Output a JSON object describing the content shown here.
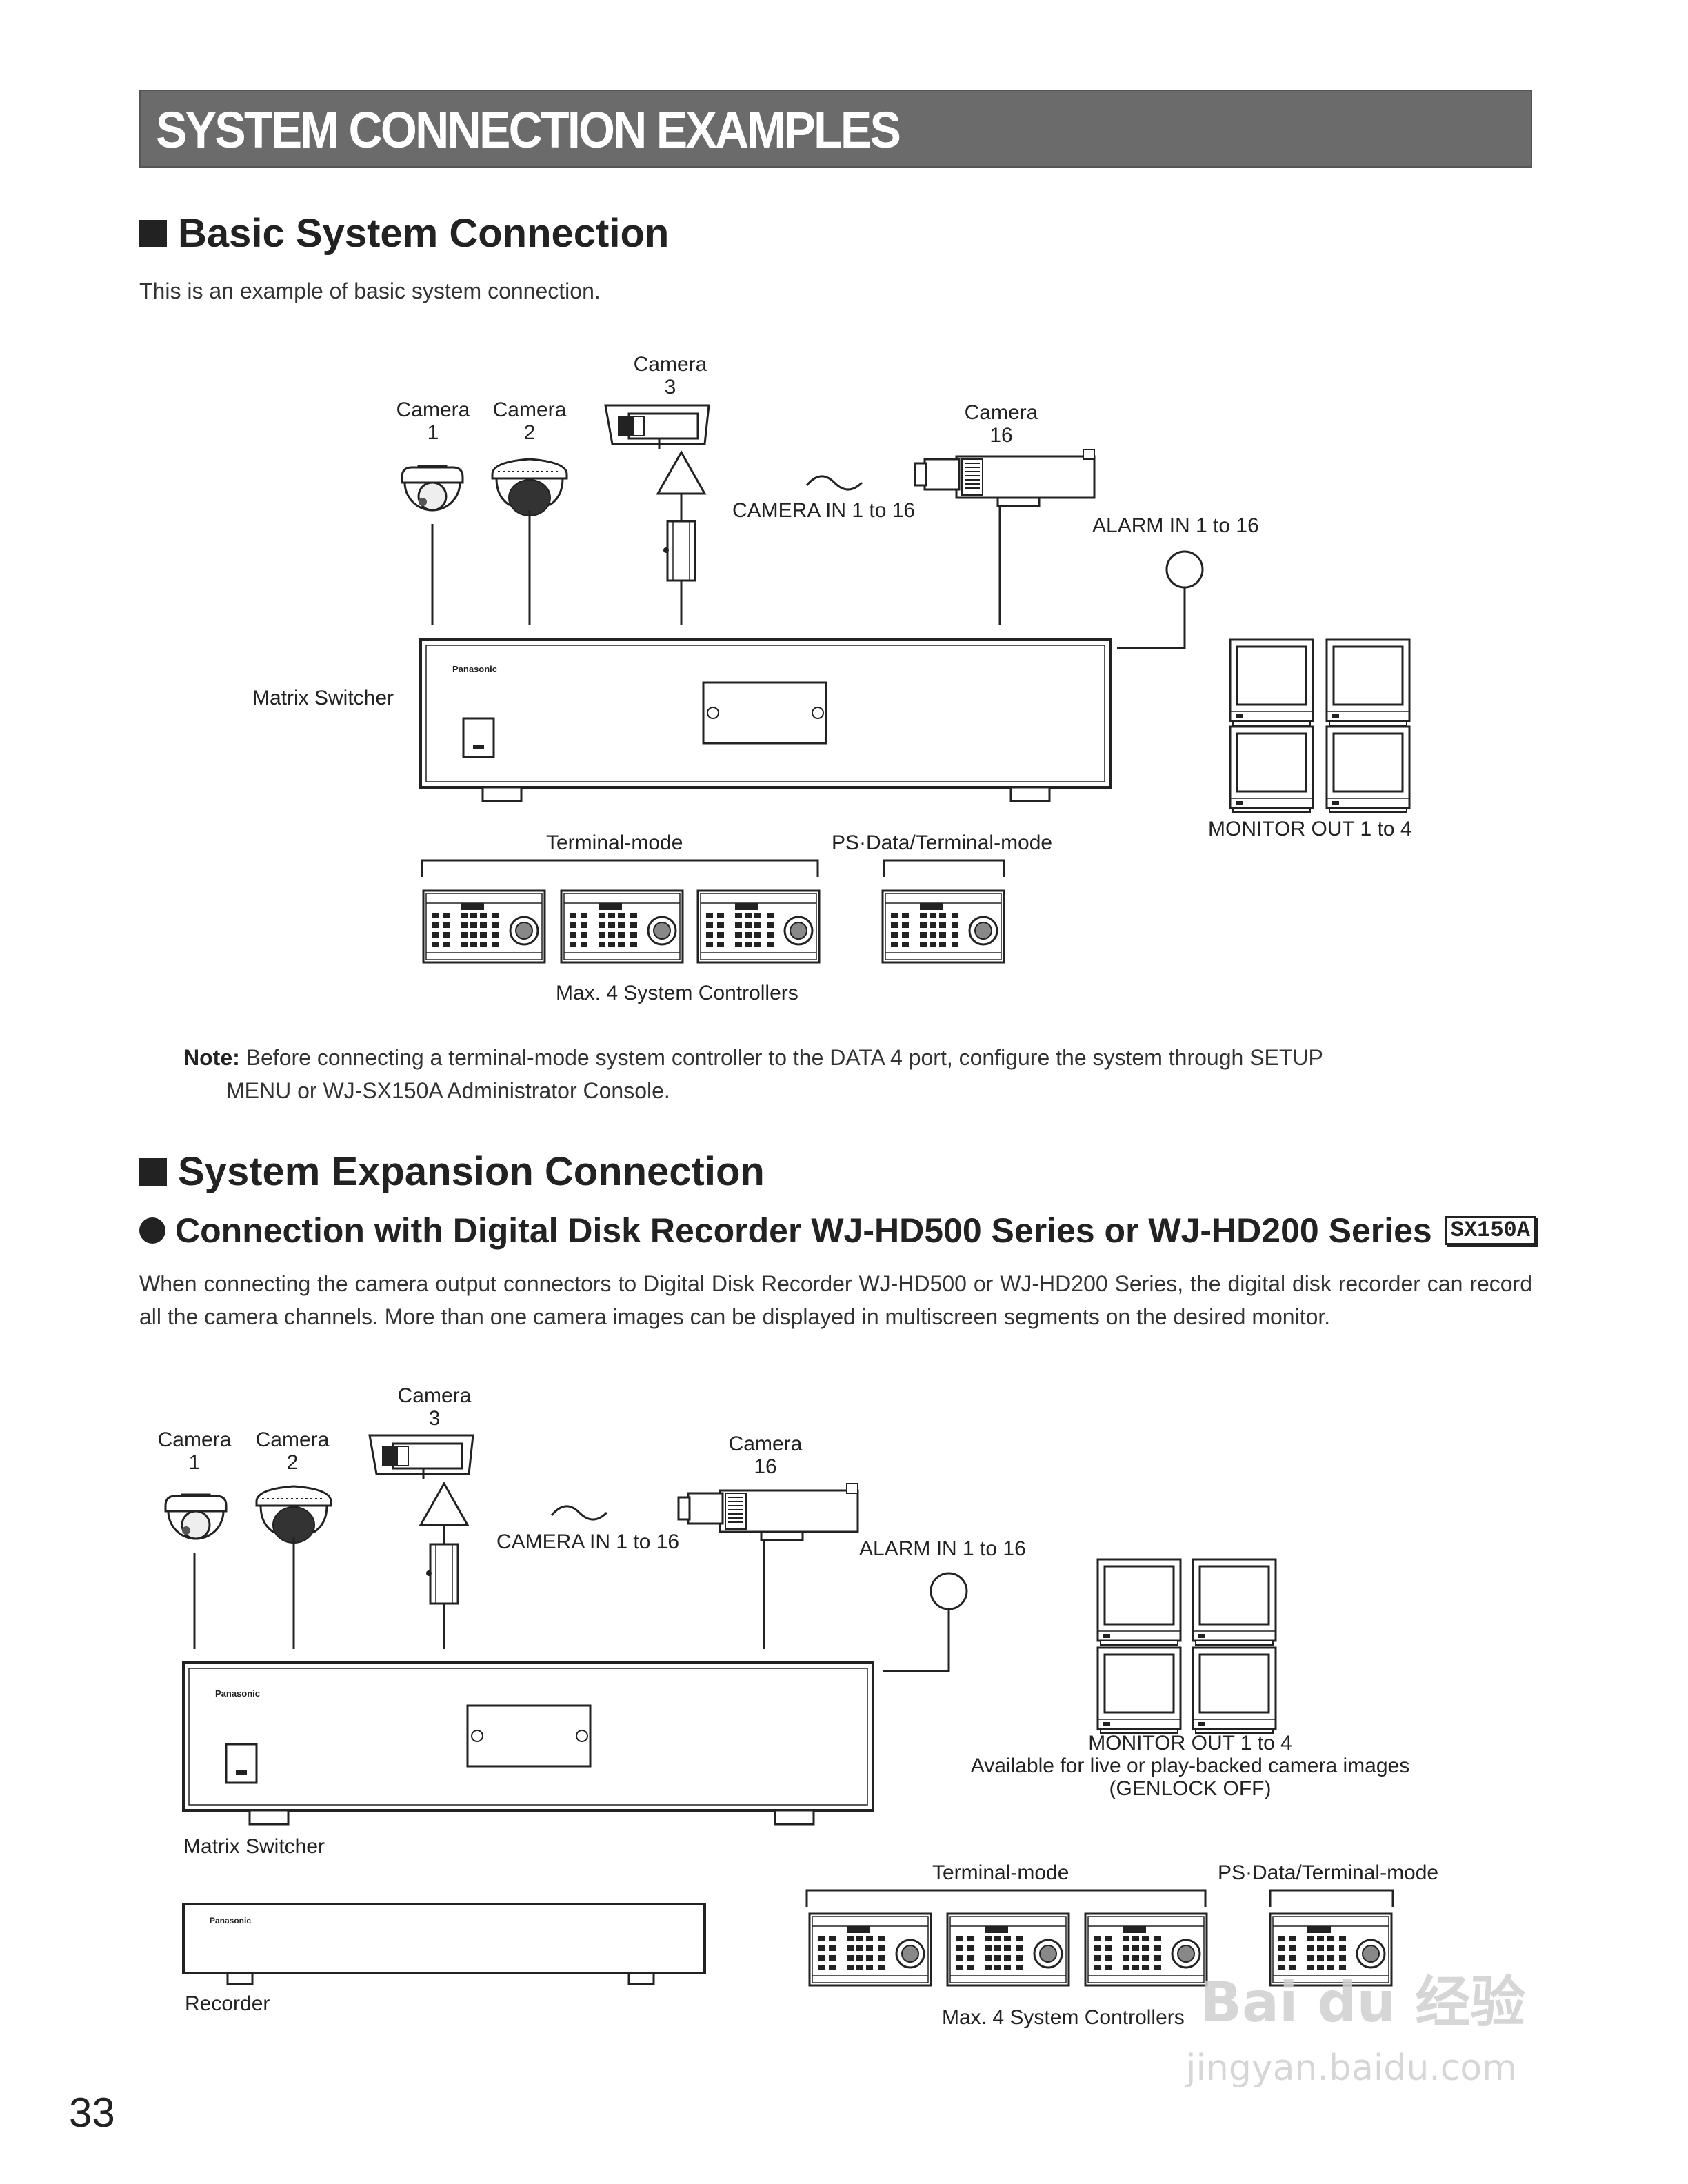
{
  "header": {
    "title": "SYSTEM CONNECTION EXAMPLES"
  },
  "basic": {
    "heading": "Basic System Connection",
    "intro": "This is an example of basic system connection.",
    "labels": {
      "camera1": [
        "Camera",
        "1"
      ],
      "camera2": [
        "Camera",
        "2"
      ],
      "camera3": [
        "Camera",
        "3"
      ],
      "camera16": [
        "Camera",
        "16"
      ],
      "camera_in": "CAMERA IN 1 to 16",
      "alarm_in": "ALARM IN 1 to 16",
      "matrix": "Matrix Switcher",
      "monitor_out": "MONITOR OUT 1 to 4",
      "terminal_mode": "Terminal-mode",
      "ps_data": "PS·Data/Terminal-mode",
      "max_controllers": "Max. 4 System Controllers",
      "brand": "Panasonic"
    }
  },
  "note": {
    "label": "Note:",
    "text": "Before connecting a terminal-mode system controller to the DATA 4 port, configure the system through SETUP",
    "text2": "MENU or WJ-SX150A Administrator Console."
  },
  "expansion": {
    "heading": "System Expansion Connection",
    "subheading": "Connection with Digital Disk Recorder WJ-HD500 Series or WJ-HD200 Series",
    "badge": "SX150A",
    "intro": "When connecting the camera output connectors to Digital Disk Recorder WJ-HD500 or WJ-HD200 Series, the digital disk recorder can record all the camera channels. More than one camera images can be displayed in multiscreen segments on the desired monitor.",
    "labels": {
      "camera1": [
        "Camera",
        "1"
      ],
      "camera2": [
        "Camera",
        "2"
      ],
      "camera3": [
        "Camera",
        "3"
      ],
      "camera16": [
        "Camera",
        "16"
      ],
      "camera_in": "CAMERA IN 1 to 16",
      "alarm_in": "ALARM IN 1 to 16",
      "matrix": "Matrix Switcher",
      "recorder": "Recorder",
      "monitor_out": [
        "MONITOR OUT 1 to 4",
        "Available for live or play-backed camera images",
        "(GENLOCK OFF)"
      ],
      "terminal_mode": "Terminal-mode",
      "ps_data": "PS·Data/Terminal-mode",
      "max_controllers": "Max. 4 System Controllers",
      "brand": "Panasonic"
    }
  },
  "page_number": "33",
  "watermark": {
    "line1": "Bai du 经验",
    "line2": "jingyan.baidu.com"
  }
}
